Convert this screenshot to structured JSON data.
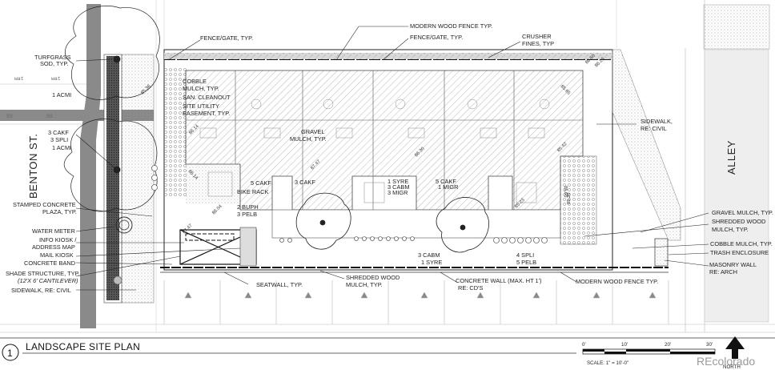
{
  "drawing": {
    "number": "1",
    "title": "LANDSCAPE SITE PLAN",
    "scale_text": "SCALE:   1\" = 10'-0\"",
    "scale_ticks": [
      "0'",
      "10'",
      "20'",
      "30'"
    ],
    "north_label": "NORTH",
    "watermark": "REcolorado"
  },
  "streets": {
    "west": "BENTON ST.",
    "east": "ALLEY"
  },
  "utilities": {
    "wat_left": "wat",
    "ss_left": "SS",
    "ss_mid": "SS",
    "wat_mid": "wat"
  },
  "callouts": {
    "left": [
      "TURFGRASS",
      "SOD, TYP.",
      "1 ACMI",
      "3 CAKF",
      "3 SPLI",
      "1 ACMI",
      "STAMPED CONCRETE",
      "PLAZA, TYP.",
      "WATER METER",
      "INFO KIOSK /",
      "ADDRESS MAP",
      "MAIL KIOSK",
      "CONCRETE BAND",
      "SHADE STRUCTURE, TYP.",
      "(12'X 6' CANTILEVER)",
      "SIDEWALK, RE: CIVIL"
    ],
    "top": [
      "FENCE/GATE, TYP.",
      "MODERN WOOD FENCE TYP.",
      "FENCE/GATE, TYP.",
      "CRUSHER",
      "FINES, TYP"
    ],
    "interior": [
      "COBBLE",
      "MULCH, TYP.",
      "SAN. CLEANOUT",
      "SITE UTILITY",
      "EASEMENT, TYP.",
      "GRAVEL",
      "MULCH, TYP.",
      "5 CAKF",
      "BIKE RACK",
      "2 BUPH",
      "3 PELB",
      "3 CAKF",
      "1 SYRE",
      "3 CABM",
      "3 MIGR",
      "5 CAKF",
      "1 MIGR",
      "3 CABM",
      "1 SYRE",
      "4 SPLI",
      "5 PELB"
    ],
    "right": [
      "SIDEWALK,",
      "RE: CIVIL",
      "GRAVEL MULCH, TYP.",
      "SHREDDED WOOD",
      "MULCH, TYP.",
      "COBBLE MULCH, TYP.",
      "TRASH ENCLOSURE",
      "MASONRY WALL",
      "RE: ARCH"
    ],
    "bottom": [
      "SEATWALL, TYP.",
      "SHREDDED WOOD",
      "MULCH, TYP.",
      "CONCRETE WALL (MAX. HT 1')",
      "RE: CD'S",
      "MODERN WOOD FENCE TYP."
    ]
  },
  "elevations": [
    "86.50",
    "86.14",
    "86.14",
    "87.47",
    "86.04",
    "87.47",
    "86.30",
    "85.65",
    "85.42",
    "85.23",
    "85.65",
    "85.20",
    "86.26",
    "85.36"
  ],
  "colors": {
    "line": "#333333",
    "street_band": "#8a8a8a",
    "gravel_pattern": "#bdbdbd",
    "watermark": "#9a9a9a"
  }
}
